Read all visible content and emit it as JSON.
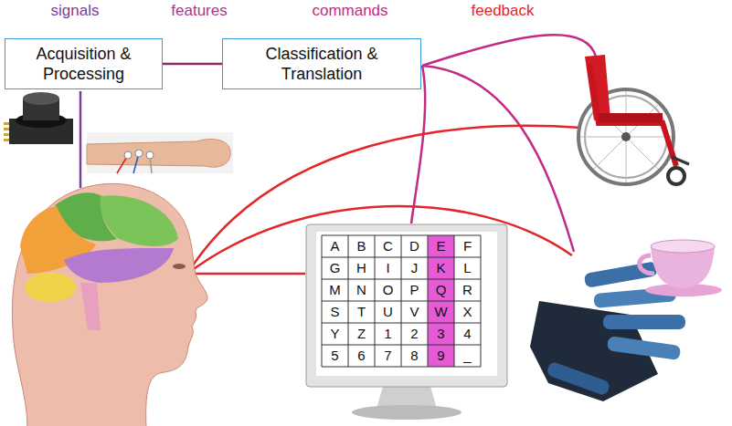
{
  "diagram": {
    "nodes": [
      {
        "text": [
          "Acquisition & Processing"
        ]
      },
      {
        "text": [
          "Classification & Translation"
        ]
      }
    ],
    "edges": [
      {
        "from": 0,
        "to": 1,
        "arrow": "none"
      }
    ],
    "labels": [
      "signals",
      "features",
      "commands",
      "feedback",
      "A",
      "B",
      "C",
      "D",
      "E",
      "F",
      "G",
      "H",
      "I",
      "J",
      "K",
      "L",
      "M",
      "N",
      "O",
      "P",
      "Q",
      "R",
      "S",
      "T",
      "U",
      "V",
      "W",
      "X",
      "Y",
      "Z",
      "1",
      "2",
      "3",
      "4",
      "5",
      "6",
      "7",
      "8",
      "9",
      "_"
    ]
  }
}
